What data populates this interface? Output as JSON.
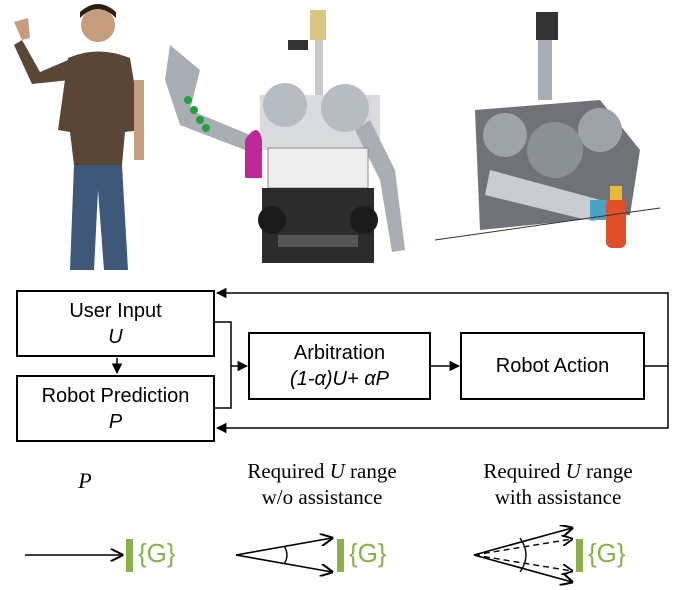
{
  "boxes": {
    "user_input": {
      "line1": "User Input",
      "line2": "U"
    },
    "robot_prediction": {
      "line1": "Robot Prediction",
      "line2": "P"
    },
    "arbitration": {
      "line1": "Arbitration",
      "line2": "(1-α)U+ αP"
    },
    "robot_action": {
      "line1": "Robot Action"
    }
  },
  "captions": {
    "p_label": "P",
    "without_line1_pre": "Required ",
    "without_line1_var": "U",
    "without_line1_post": " range",
    "without_line2": "w/o assistance",
    "with_line1_pre": "Required ",
    "with_line1_var": "U",
    "with_line1_post": " range",
    "with_line2": "with assistance"
  },
  "goal_label": "{G}",
  "colors": {
    "goal": "#8ab04a",
    "shirt": "#5a4636",
    "robot_metal": "#b7bcc2",
    "bottle": "#c0289a"
  }
}
